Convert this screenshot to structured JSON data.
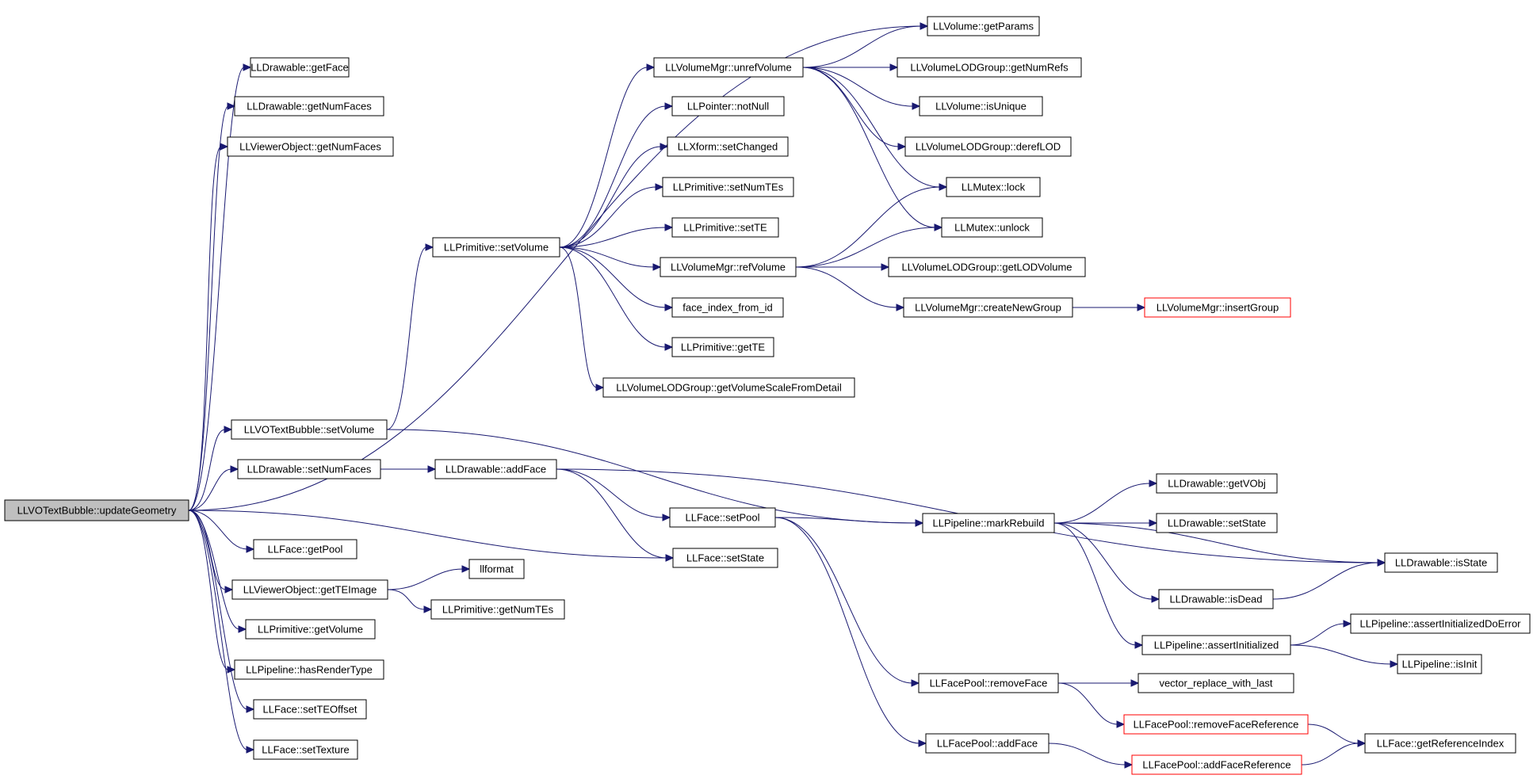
{
  "graph": {
    "edge_color": "#191970",
    "root_fill": "#bfbfbf",
    "incomplete_border": "#ff0000",
    "nodes": [
      {
        "id": "updateGeometry",
        "label": "LLVOTextBubble::updateGeometry",
        "style": "root"
      },
      {
        "id": "getFace",
        "label": "LLDrawable::getFace"
      },
      {
        "id": "drawableGetNumFaces",
        "label": "LLDrawable::getNumFaces"
      },
      {
        "id": "viewerGetNumFaces",
        "label": "LLViewerObject::getNumFaces"
      },
      {
        "id": "bubbleSetVolume",
        "label": "LLVOTextBubble::setVolume"
      },
      {
        "id": "setNumFaces",
        "label": "LLDrawable::setNumFaces"
      },
      {
        "id": "faceGetPool",
        "label": "LLFace::getPool"
      },
      {
        "id": "getTEImage",
        "label": "LLViewerObject::getTEImage"
      },
      {
        "id": "primGetVolume",
        "label": "LLPrimitive::getVolume"
      },
      {
        "id": "hasRenderType",
        "label": "LLPipeline::hasRenderType"
      },
      {
        "id": "setTEOffset",
        "label": "LLFace::setTEOffset"
      },
      {
        "id": "setTexture",
        "label": "LLFace::setTexture"
      },
      {
        "id": "primSetVolume",
        "label": "LLPrimitive::setVolume"
      },
      {
        "id": "addFace",
        "label": "LLDrawable::addFace"
      },
      {
        "id": "llformat",
        "label": "llformat"
      },
      {
        "id": "primGetNumTEs",
        "label": "LLPrimitive::getNumTEs"
      },
      {
        "id": "unrefVolume",
        "label": "LLVolumeMgr::unrefVolume"
      },
      {
        "id": "notNull",
        "label": "LLPointer::notNull"
      },
      {
        "id": "xformSetChanged",
        "label": "LLXform::setChanged"
      },
      {
        "id": "setNumTEs",
        "label": "LLPrimitive::setNumTEs"
      },
      {
        "id": "primSetTE",
        "label": "LLPrimitive::setTE"
      },
      {
        "id": "refVolume",
        "label": "LLVolumeMgr::refVolume"
      },
      {
        "id": "faceIndexFromId",
        "label": "face_index_from_id"
      },
      {
        "id": "primGetTE",
        "label": "LLPrimitive::getTE"
      },
      {
        "id": "getVolumeScale",
        "label": "LLVolumeLODGroup::getVolumeScaleFromDetail"
      },
      {
        "id": "faceSetPool",
        "label": "LLFace::setPool"
      },
      {
        "id": "faceSetState",
        "label": "LLFace::setState"
      },
      {
        "id": "getParams",
        "label": "LLVolume::getParams"
      },
      {
        "id": "getNumRefs",
        "label": "LLVolumeLODGroup::getNumRefs"
      },
      {
        "id": "isUnique",
        "label": "LLVolume::isUnique"
      },
      {
        "id": "derefLOD",
        "label": "LLVolumeLODGroup::derefLOD"
      },
      {
        "id": "mutexLock",
        "label": "LLMutex::lock"
      },
      {
        "id": "mutexUnlock",
        "label": "LLMutex::unlock"
      },
      {
        "id": "getLODVolume",
        "label": "LLVolumeLODGroup::getLODVolume"
      },
      {
        "id": "createNewGroup",
        "label": "LLVolumeMgr::createNewGroup"
      },
      {
        "id": "markRebuild",
        "label": "LLPipeline::markRebuild"
      },
      {
        "id": "removeFace",
        "label": "LLFacePool::removeFace"
      },
      {
        "id": "poolAddFace",
        "label": "LLFacePool::addFace"
      },
      {
        "id": "insertGroup",
        "label": "LLVolumeMgr::insertGroup",
        "style": "incomplete"
      },
      {
        "id": "getVObj",
        "label": "LLDrawable::getVObj"
      },
      {
        "id": "drawableSetState",
        "label": "LLDrawable::setState"
      },
      {
        "id": "isDead",
        "label": "LLDrawable::isDead"
      },
      {
        "id": "assertInitialized",
        "label": "LLPipeline::assertInitialized"
      },
      {
        "id": "vectorReplace",
        "label": "vector_replace_with_last"
      },
      {
        "id": "removeFaceRef",
        "label": "LLFacePool::removeFaceReference",
        "style": "incomplete"
      },
      {
        "id": "addFaceRef",
        "label": "LLFacePool::addFaceReference",
        "style": "incomplete"
      },
      {
        "id": "isState",
        "label": "LLDrawable::isState"
      },
      {
        "id": "assertInitDoError",
        "label": "LLPipeline::assertInitializedDoError"
      },
      {
        "id": "isInit",
        "label": "LLPipeline::isInit"
      },
      {
        "id": "getRefIndex",
        "label": "LLFace::getReferenceIndex"
      }
    ],
    "edges": [
      [
        "updateGeometry",
        "getFace"
      ],
      [
        "updateGeometry",
        "drawableGetNumFaces"
      ],
      [
        "updateGeometry",
        "viewerGetNumFaces"
      ],
      [
        "updateGeometry",
        "getParams"
      ],
      [
        "updateGeometry",
        "bubbleSetVolume"
      ],
      [
        "updateGeometry",
        "setNumFaces"
      ],
      [
        "updateGeometry",
        "faceSetState"
      ],
      [
        "updateGeometry",
        "faceGetPool"
      ],
      [
        "updateGeometry",
        "getTEImage"
      ],
      [
        "updateGeometry",
        "primGetVolume"
      ],
      [
        "updateGeometry",
        "hasRenderType"
      ],
      [
        "updateGeometry",
        "setTEOffset"
      ],
      [
        "updateGeometry",
        "setTexture"
      ],
      [
        "bubbleSetVolume",
        "primSetVolume"
      ],
      [
        "bubbleSetVolume",
        "markRebuild"
      ],
      [
        "setNumFaces",
        "addFace"
      ],
      [
        "getTEImage",
        "llformat"
      ],
      [
        "getTEImage",
        "primGetNumTEs"
      ],
      [
        "primSetVolume",
        "unrefVolume"
      ],
      [
        "primSetVolume",
        "notNull"
      ],
      [
        "primSetVolume",
        "xformSetChanged"
      ],
      [
        "primSetVolume",
        "setNumTEs"
      ],
      [
        "primSetVolume",
        "primSetTE"
      ],
      [
        "primSetVolume",
        "refVolume"
      ],
      [
        "primSetVolume",
        "faceIndexFromId"
      ],
      [
        "primSetVolume",
        "primGetTE"
      ],
      [
        "primSetVolume",
        "getVolumeScale"
      ],
      [
        "addFace",
        "faceSetPool"
      ],
      [
        "addFace",
        "faceSetState"
      ],
      [
        "addFace",
        "isState"
      ],
      [
        "unrefVolume",
        "getParams"
      ],
      [
        "unrefVolume",
        "getNumRefs"
      ],
      [
        "unrefVolume",
        "isUnique"
      ],
      [
        "unrefVolume",
        "derefLOD"
      ],
      [
        "unrefVolume",
        "mutexLock"
      ],
      [
        "unrefVolume",
        "mutexUnlock"
      ],
      [
        "refVolume",
        "mutexLock"
      ],
      [
        "refVolume",
        "mutexUnlock"
      ],
      [
        "refVolume",
        "getLODVolume"
      ],
      [
        "refVolume",
        "createNewGroup"
      ],
      [
        "createNewGroup",
        "insertGroup"
      ],
      [
        "faceSetPool",
        "markRebuild"
      ],
      [
        "faceSetPool",
        "removeFace"
      ],
      [
        "faceSetPool",
        "poolAddFace"
      ],
      [
        "markRebuild",
        "getVObj"
      ],
      [
        "markRebuild",
        "drawableSetState"
      ],
      [
        "markRebuild",
        "isState"
      ],
      [
        "markRebuild",
        "isDead"
      ],
      [
        "markRebuild",
        "assertInitialized"
      ],
      [
        "isDead",
        "isState"
      ],
      [
        "assertInitialized",
        "assertInitDoError"
      ],
      [
        "assertInitialized",
        "isInit"
      ],
      [
        "removeFace",
        "vectorReplace"
      ],
      [
        "removeFace",
        "removeFaceRef"
      ],
      [
        "poolAddFace",
        "addFaceRef"
      ],
      [
        "removeFaceRef",
        "getRefIndex"
      ],
      [
        "addFaceRef",
        "getRefIndex"
      ]
    ]
  }
}
